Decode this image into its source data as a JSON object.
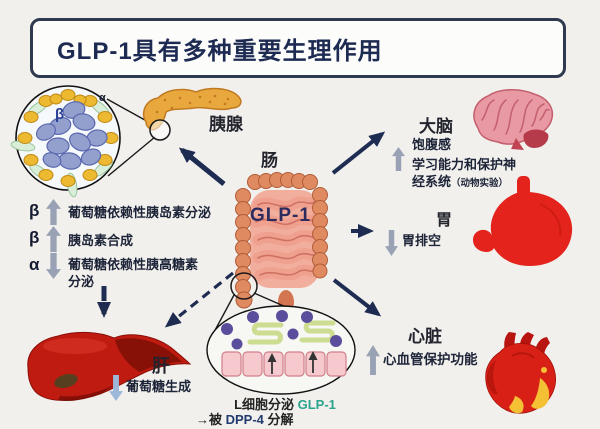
{
  "title": "GLP-1具有多种重要生理作用",
  "islet": {
    "alpha": "α",
    "beta": "β"
  },
  "labels": {
    "pancreas": "胰腺",
    "gut": "肠",
    "gut_hormone": "GLP-1"
  },
  "pancreatic_effects": [
    {
      "cell": "β",
      "direction": "up",
      "text": "葡萄糖依赖性胰岛素分泌"
    },
    {
      "cell": "β",
      "direction": "up",
      "text": "胰岛素合成"
    },
    {
      "cell": "α",
      "direction": "down",
      "text": "葡萄糖依赖性胰高糖素分泌"
    }
  ],
  "brain": {
    "label": "大脑",
    "effect_satiety": "饱腹感",
    "effect_learning": "学习能力和保护神经系统",
    "note": "（动物实验）",
    "direction": "up"
  },
  "stomach": {
    "label": "胃",
    "effect": "胃排空",
    "direction": "down"
  },
  "heart": {
    "label": "心脏",
    "effect": "心血管保护功能",
    "direction": "up"
  },
  "liver": {
    "label": "肝",
    "effect": "葡萄糖生成",
    "direction": "down"
  },
  "inset": {
    "line1_prefix": "L细胞分泌 ",
    "line1_glp1": "GLP-1",
    "line2_prefix": "→被 ",
    "line2_dpp4": "DPP-4",
    "line2_suffix": " 分解"
  },
  "colors": {
    "accent_navy": "#1e2c52",
    "glp1_teal": "#2ba38c",
    "dpp4_blue": "#233a6e",
    "arrow_gray": "#99a2b4",
    "arrow_blue_gray": "#9db7d8"
  }
}
